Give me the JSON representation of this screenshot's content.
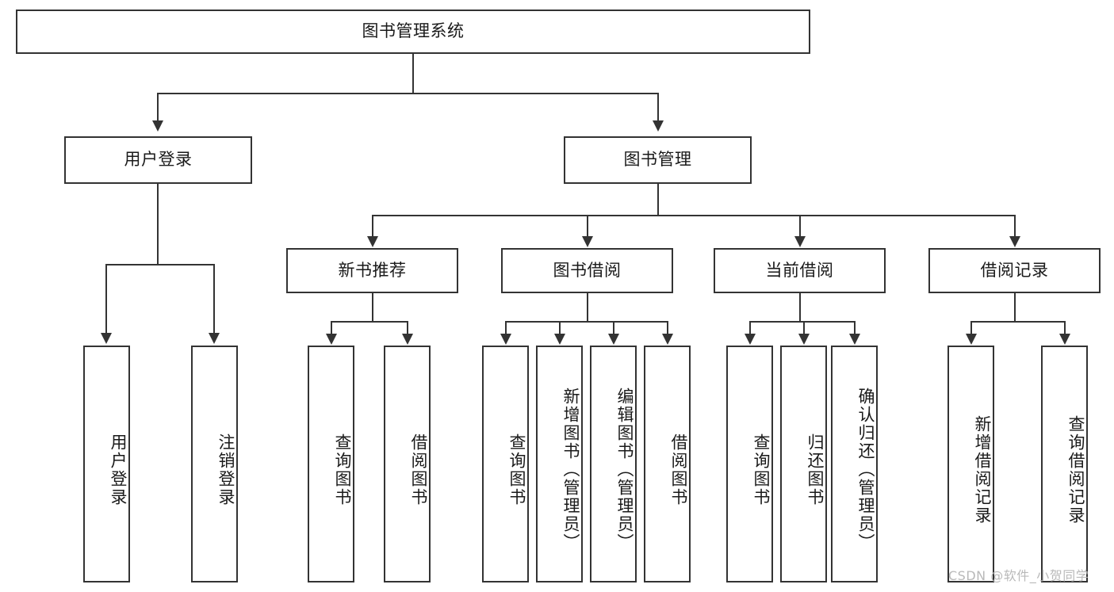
{
  "diagram": {
    "title_node": {
      "label": "图书管理系统"
    },
    "level2": [
      {
        "label": "用户登录"
      },
      {
        "label": "图书管理"
      }
    ],
    "level3": [
      {
        "label": "新书推荐"
      },
      {
        "label": "图书借阅"
      },
      {
        "label": "当前借阅"
      },
      {
        "label": "借阅记录"
      }
    ],
    "leaves": {
      "user_login": [
        {
          "label": "用户登录"
        },
        {
          "label": "注销登录"
        }
      ],
      "new_book_recommend": [
        {
          "label": "查询图书"
        },
        {
          "label": "借阅图书"
        }
      ],
      "book_borrow": [
        {
          "label": "查询图书"
        },
        {
          "label": "新增图书（管理员）"
        },
        {
          "label": "编辑图书（管理员）"
        },
        {
          "label": "借阅图书"
        }
      ],
      "current_borrow": [
        {
          "label": "查询图书"
        },
        {
          "label": "归还图书"
        },
        {
          "label": "确认归还（管理员）"
        }
      ],
      "borrow_record": [
        {
          "label": "新增借阅记录"
        },
        {
          "label": "查询借阅记录"
        }
      ]
    }
  },
  "watermark": {
    "text": "CSDN @软件_小贺同学"
  },
  "colors": {
    "stroke": "#333333",
    "background": "#ffffff",
    "text": "#1a1a1a",
    "watermark": "#b9b9b9"
  }
}
